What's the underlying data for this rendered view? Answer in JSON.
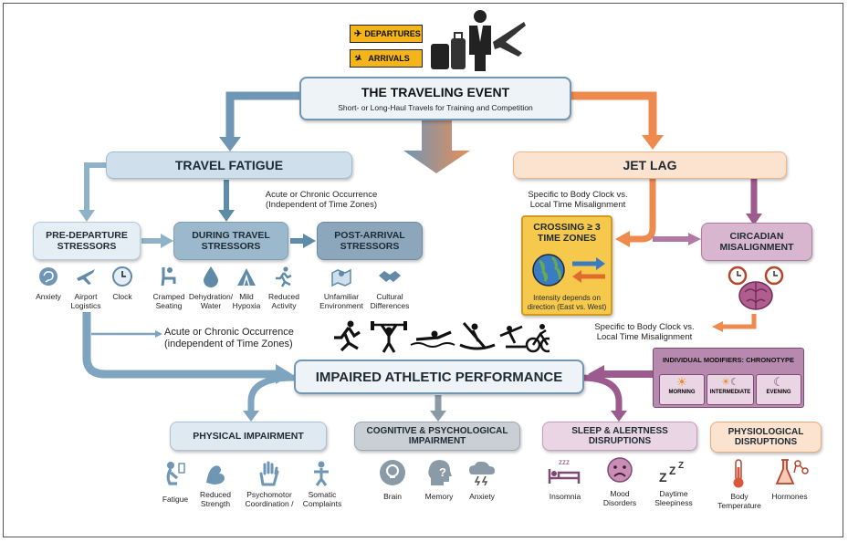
{
  "header": {
    "departures": "DEPARTURES",
    "arrivals": "ARRIVALS"
  },
  "event": {
    "title": "THE TRAVELING EVENT",
    "subtitle": "Short- or Long-Haul Travels for Training and Competition"
  },
  "travel_fatigue": {
    "title": "TRAVEL FATIGUE",
    "occurrence_top": [
      "Acute or Chronic Occurrence",
      "(Independent of Time Zones)"
    ],
    "occurrence_bottom": [
      "Acute or Chronic Occurrence",
      "(independent of Time Zones)"
    ],
    "pre_departure": {
      "title": [
        "PRE-DEPARTURE",
        "STRESSORS"
      ],
      "items": [
        [
          "Anxiety"
        ],
        [
          "Airport",
          "Logistics"
        ],
        [
          "Clock"
        ]
      ]
    },
    "during": {
      "title": [
        "DURING TRAVEL",
        "STRESSORS"
      ],
      "items": [
        [
          "Cramped",
          "Seating"
        ],
        [
          "Dehydration/",
          "Water"
        ],
        [
          "Mild",
          "Hypoxia"
        ],
        [
          "Reduced",
          "Activity"
        ]
      ]
    },
    "post_arrival": {
      "title": [
        "POST-ARRIVAL",
        "STRESSORS"
      ],
      "items": [
        [
          "Unfamiliar",
          "Environment"
        ],
        [
          "Cultural",
          "Differences"
        ]
      ]
    }
  },
  "jet_lag": {
    "title": "JET LAG",
    "specific_top": [
      "Specific to Body Clock vs.",
      "Local Time Misalignment"
    ],
    "specific_bottom": [
      "Specific to Body Clock vs.",
      "Local Time Misalignment"
    ],
    "crossing": {
      "title": [
        "CROSSING ≥ 3",
        "TIME ZONES"
      ],
      "note": [
        "Intensity depends on",
        "direction (East vs. West)"
      ]
    },
    "circadian": {
      "title": [
        "CIRCADIAN",
        "MISALIGNMENT"
      ]
    },
    "modifiers": {
      "title": "INDIVIDUAL MODIFIERS: CHRONOTYPE",
      "types": [
        "MORNING",
        "INTERMEDIATE",
        "EVENING"
      ]
    }
  },
  "impaired": {
    "title": "IMPAIRED ATHLETIC PERFORMANCE"
  },
  "outcomes": {
    "physical": {
      "title": "PHYSICAL IMPAIRMENT",
      "items": [
        [
          "Fatigue"
        ],
        [
          "Reduced",
          "Strength"
        ],
        [
          "Psychomotor",
          "Coordination /"
        ],
        [
          "Somatic",
          "Complaints"
        ]
      ]
    },
    "cognitive": {
      "title": [
        "COGNITIVE & PSYCHOLOGICAL",
        "IMPAIRMENT"
      ],
      "items": [
        [
          "Brain"
        ],
        [
          "Memory"
        ],
        [
          "Anxiety"
        ]
      ]
    },
    "sleep": {
      "title": [
        "SLEEP & ALERTNESS",
        "DISRUPTIONS"
      ],
      "items": [
        [
          "Insomnia"
        ],
        [
          "Mood",
          "Disorders"
        ],
        [
          "Daytime",
          "Sleepiness"
        ]
      ]
    },
    "physiological": {
      "title": [
        "PHYSIOLOGICAL",
        "DISRUPTIONS"
      ],
      "items": [
        [
          "Body",
          "Temperature"
        ],
        [
          "Hormones"
        ]
      ]
    }
  },
  "colors": {
    "blue_dark": "#5f8aa8",
    "blue_light": "#cfe0ec",
    "orange": "#f08a4b",
    "orange_light": "#fce3cf",
    "purple": "#9b5b8e",
    "purple_light": "#ead5e4",
    "gray": "#c9cfd4",
    "yellow": "#f3b51a"
  },
  "icons": [
    "luggage-icon",
    "traveler-icon",
    "airplane-icon",
    "brain-icon",
    "clock-icon",
    "seat-icon",
    "water-drop-icon",
    "mountain-icon",
    "runner-icon",
    "map-pin-icon",
    "handshake-icon",
    "globe-icon",
    "arrows-icon",
    "sun-icon",
    "moon-icon",
    "bed-icon",
    "sad-face-icon",
    "zzz-icon",
    "thermometer-icon",
    "flask-icon",
    "lightbulb-icon",
    "question-head-icon",
    "storm-cloud-icon",
    "arm-muscle-icon",
    "hand-icon",
    "body-icon",
    "weightlifter-icon",
    "swimmer-icon",
    "sprinter-icon",
    "kayak-icon",
    "cyclist-icon"
  ]
}
